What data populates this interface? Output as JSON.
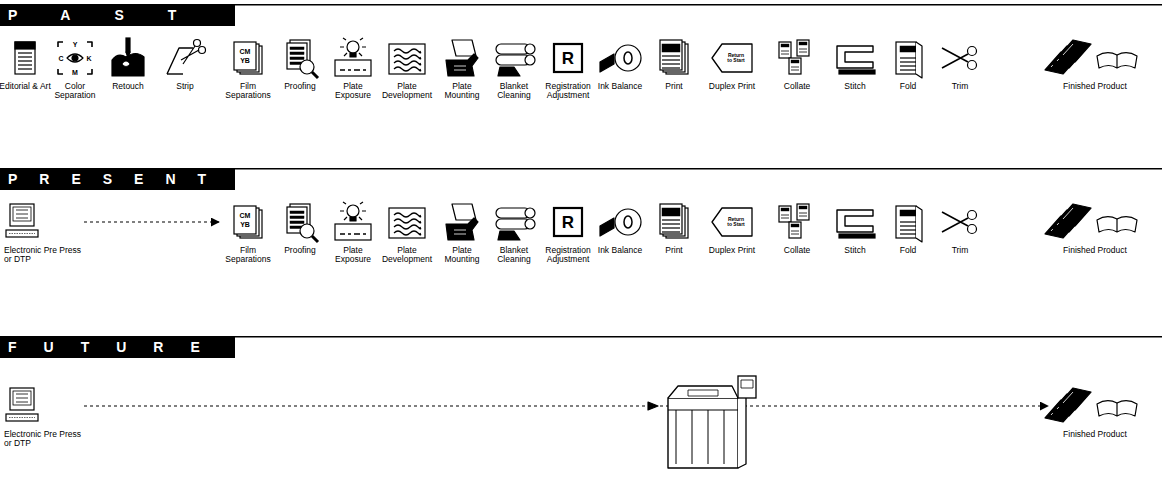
{
  "diagram": {
    "nodes": [
      {
        "text": [
          "PAST"
        ]
      },
      {
        "text": [
          "Editorial & Art"
        ]
      },
      {
        "text": [
          "Color Separation"
        ]
      },
      {
        "text": [
          "Retouch"
        ]
      },
      {
        "text": [
          "Strip"
        ]
      },
      {
        "text": [
          "Film Separations"
        ]
      },
      {
        "text": [
          "Proofing"
        ]
      },
      {
        "text": [
          "Plate Exposure"
        ]
      },
      {
        "text": [
          "Plate Development"
        ]
      },
      {
        "text": [
          "Plate Mounting"
        ]
      },
      {
        "text": [
          "Blanket Cleaning"
        ]
      },
      {
        "text": [
          "Registration Adjustment"
        ]
      },
      {
        "text": [
          "Ink Balance"
        ]
      },
      {
        "text": [
          "Print"
        ]
      },
      {
        "text": [
          "Duplex Print"
        ]
      },
      {
        "text": [
          "Collate"
        ]
      },
      {
        "text": [
          "Stitch"
        ]
      },
      {
        "text": [
          "Fold"
        ]
      },
      {
        "text": [
          "Trim"
        ]
      },
      {
        "text": [
          "Finished Product"
        ]
      },
      {
        "text": [
          "PRESENT"
        ]
      },
      {
        "text": [
          "Electronic Pre Press or DTP"
        ]
      },
      {
        "text": [
          "Film Separations"
        ]
      },
      {
        "text": [
          "Proofing"
        ]
      },
      {
        "text": [
          "Plate Exposure"
        ]
      },
      {
        "text": [
          "Plate Development"
        ]
      },
      {
        "text": [
          "Plate Mounting"
        ]
      },
      {
        "text": [
          "Blanket Cleaning"
        ]
      },
      {
        "text": [
          "Registration Adjustment"
        ]
      },
      {
        "text": [
          "Ink Balance"
        ]
      },
      {
        "text": [
          "Print"
        ]
      },
      {
        "text": [
          "Duplex Print"
        ]
      },
      {
        "text": [
          "Collate"
        ]
      },
      {
        "text": [
          "Stitch"
        ]
      },
      {
        "text": [
          "Fold"
        ]
      },
      {
        "text": [
          "Trim"
        ]
      },
      {
        "text": [
          "Finished Product"
        ]
      },
      {
        "text": [
          "FUTURE"
        ]
      },
      {
        "text": [
          "Electronic Pre Press or DTP"
        ]
      },
      {
        "text": [
          "Finished Product"
        ]
      }
    ],
    "edges": [
      {
        "from": 21,
        "to": 22,
        "arrow": "to"
      },
      {
        "from": 38,
        "to": 39,
        "arrow": "to"
      }
    ],
    "labels": [
      "Y",
      "C",
      "M",
      "K",
      "CM",
      "YB",
      "R",
      "Return to Start",
      "CM",
      "YB",
      "R",
      "Return to Start"
    ]
  }
}
